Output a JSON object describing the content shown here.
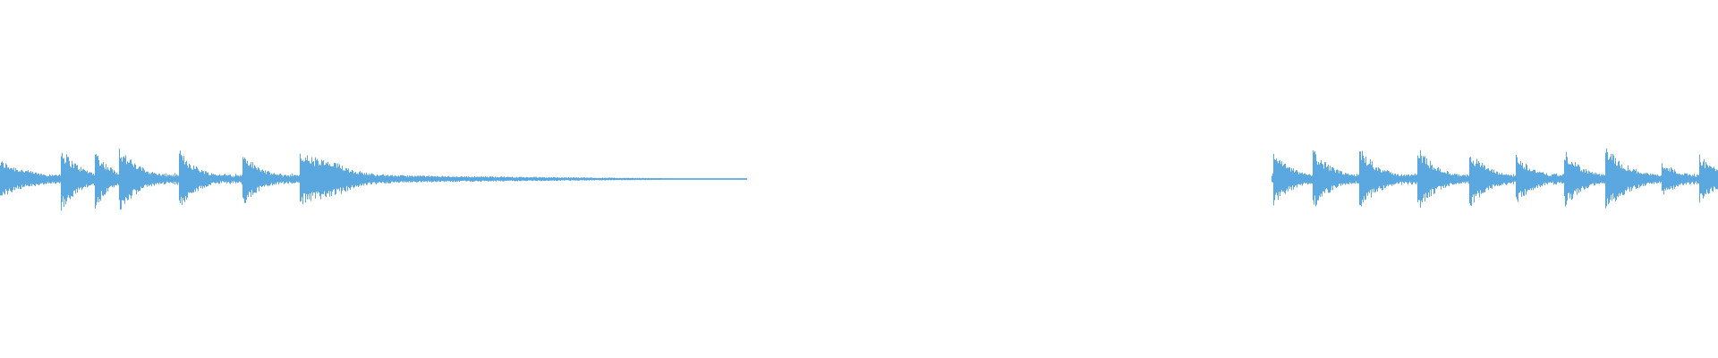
{
  "waveform": {
    "color": "#5ba7e0",
    "background": "#ffffff",
    "segments": [
      {
        "name": "segment-1",
        "start": 0.0,
        "end": 0.435,
        "base_level": 0.14,
        "onsets": [
          {
            "at": 0.0,
            "peak": 0.58,
            "decay": 0.02
          },
          {
            "at": 0.035,
            "peak": 1.0,
            "decay": 0.012
          },
          {
            "at": 0.055,
            "peak": 0.9,
            "decay": 0.01
          },
          {
            "at": 0.069,
            "peak": 1.0,
            "decay": 0.013
          },
          {
            "at": 0.104,
            "peak": 0.9,
            "decay": 0.012
          },
          {
            "at": 0.141,
            "peak": 0.82,
            "decay": 0.012
          },
          {
            "at": 0.174,
            "peak": 0.82,
            "decay": 0.04
          }
        ],
        "tail_start": 0.2
      },
      {
        "name": "segment-2",
        "start": 0.74,
        "end": 1.0,
        "base_level": 0.14,
        "onsets": [
          {
            "at": 0.741,
            "peak": 0.82,
            "decay": 0.012
          },
          {
            "at": 0.764,
            "peak": 0.92,
            "decay": 0.012
          },
          {
            "at": 0.791,
            "peak": 1.0,
            "decay": 0.012
          },
          {
            "at": 0.825,
            "peak": 1.0,
            "decay": 0.012
          },
          {
            "at": 0.855,
            "peak": 0.9,
            "decay": 0.012
          },
          {
            "at": 0.882,
            "peak": 0.78,
            "decay": 0.012
          },
          {
            "at": 0.91,
            "peak": 0.9,
            "decay": 0.012
          },
          {
            "at": 0.934,
            "peak": 1.0,
            "decay": 0.015
          },
          {
            "at": 0.967,
            "peak": 0.55,
            "decay": 0.012
          },
          {
            "at": 0.989,
            "peak": 0.75,
            "decay": 0.012
          }
        ],
        "tail_start": null
      }
    ]
  }
}
